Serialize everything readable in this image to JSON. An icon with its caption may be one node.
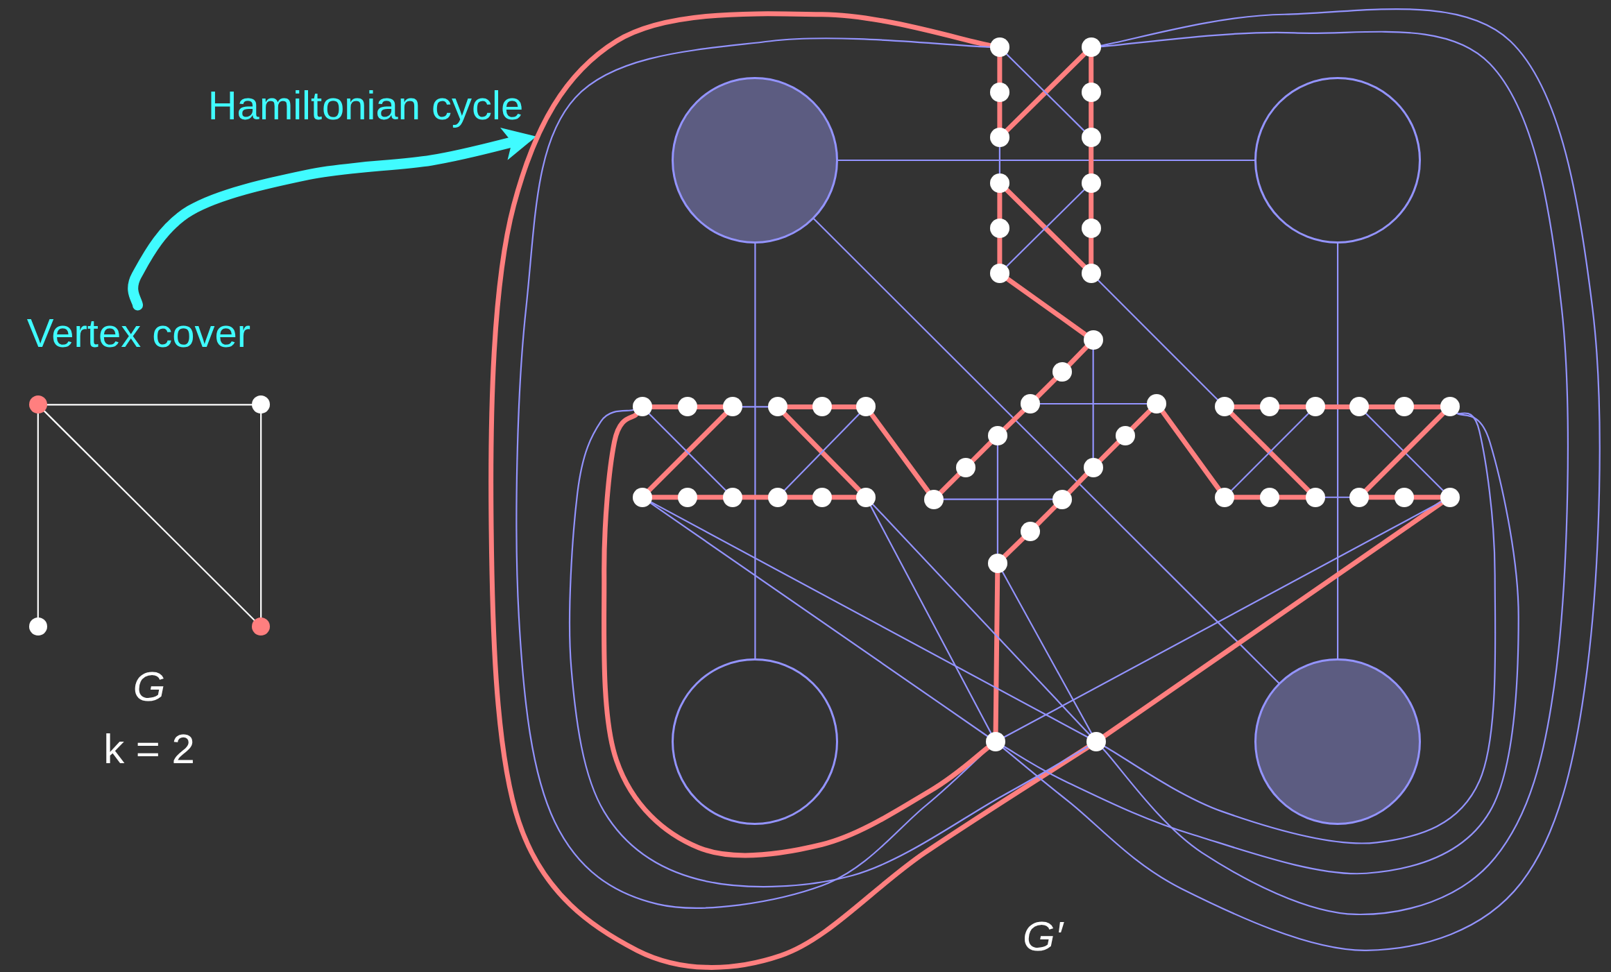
{
  "diagram": {
    "nodes": [
      {
        "text": [
          "Hamiltonian cycle"
        ]
      },
      {
        "text": [
          "Vertex cover"
        ]
      },
      {
        "text": [],
        "shape": "circle"
      },
      {
        "text": [],
        "shape": "circle"
      },
      {
        "text": [],
        "shape": "circle"
      },
      {
        "text": [],
        "shape": "circle"
      },
      {
        "text": [],
        "shape": "circle"
      },
      {
        "text": [],
        "shape": "circle"
      },
      {
        "text": [],
        "shape": "circle"
      },
      {
        "text": [],
        "shape": "circle"
      },
      {
        "text": [],
        "shape": "circle"
      },
      {
        "text": [],
        "shape": "circle"
      },
      {
        "text": [],
        "shape": "circle"
      },
      {
        "text": [],
        "shape": "circle"
      },
      {
        "text": [],
        "shape": "circle"
      },
      {
        "text": [],
        "shape": "circle"
      },
      {
        "text": [],
        "shape": "circle"
      },
      {
        "text": [],
        "shape": "circle"
      },
      {
        "text": [],
        "shape": "circle"
      },
      {
        "text": [],
        "shape": "circle"
      },
      {
        "text": [],
        "shape": "circle"
      },
      {
        "text": [],
        "shape": "circle"
      },
      {
        "text": [],
        "shape": "circle"
      },
      {
        "text": [],
        "shape": "circle"
      },
      {
        "text": [],
        "shape": "circle"
      },
      {
        "text": [],
        "shape": "circle"
      },
      {
        "text": [],
        "shape": "circle"
      },
      {
        "text": [],
        "shape": "circle"
      },
      {
        "text": [],
        "shape": "circle"
      },
      {
        "text": [],
        "shape": "circle"
      },
      {
        "text": [],
        "shape": "circle"
      },
      {
        "text": [],
        "shape": "circle"
      },
      {
        "text": [],
        "shape": "circle"
      },
      {
        "text": [],
        "shape": "circle"
      },
      {
        "text": [],
        "shape": "circle"
      },
      {
        "text": [],
        "shape": "circle"
      },
      {
        "text": [],
        "shape": "circle"
      },
      {
        "text": [],
        "shape": "circle"
      },
      {
        "text": [],
        "shape": "circle"
      },
      {
        "text": [],
        "shape": "circle"
      },
      {
        "text": [],
        "shape": "circle"
      },
      {
        "text": [],
        "shape": "circle"
      },
      {
        "text": [],
        "shape": "circle"
      },
      {
        "text": [],
        "shape": "circle"
      },
      {
        "text": [],
        "shape": "circle"
      },
      {
        "text": [],
        "shape": "circle"
      },
      {
        "text": [],
        "shape": "circle"
      },
      {
        "text": [],
        "shape": "circle"
      },
      {
        "text": [],
        "shape": "circle"
      },
      {
        "text": [],
        "shape": "circle"
      },
      {
        "text": [],
        "shape": "circle"
      },
      {
        "text": [],
        "shape": "circle"
      },
      {
        "text": [],
        "shape": "circle"
      },
      {
        "text": [],
        "shape": "circle"
      },
      {
        "text": [],
        "shape": "circle"
      },
      {
        "text": [],
        "shape": "circle"
      },
      {
        "text": [],
        "shape": "circle"
      },
      {
        "text": [],
        "shape": "circle"
      },
      {
        "text": [],
        "shape": "circle"
      },
      {
        "text": [],
        "shape": "circle"
      }
    ],
    "edges": [
      {
        "from": 1,
        "to": 0,
        "arrow": "to",
        "style": "thick",
        "color": "#40fbff"
      },
      {
        "from": 2,
        "to": 3,
        "arrow": "none",
        "color": "#ffffff"
      },
      {
        "from": 2,
        "to": 4,
        "arrow": "none",
        "color": "#ffffff"
      },
      {
        "from": 2,
        "to": 5,
        "arrow": "none",
        "color": "#ffffff"
      },
      {
        "from": 3,
        "to": 5,
        "arrow": "none",
        "color": "#ffffff"
      },
      {
        "from": 6,
        "to": 7,
        "arrow": "none",
        "color": "#9494ff"
      },
      {
        "from": 6,
        "to": 8,
        "arrow": "none",
        "color": "#9494ff"
      },
      {
        "from": 7,
        "to": 9,
        "arrow": "none",
        "color": "#9494ff"
      },
      {
        "from": 6,
        "to": 9,
        "arrow": "none",
        "color": "#9494ff"
      },
      {
        "from": 10,
        "to": 11,
        "arrow": "none"
      },
      {
        "from": 11,
        "to": 12,
        "arrow": "none"
      },
      {
        "from": 12,
        "to": 13,
        "arrow": "none",
        "color": "#9494ff"
      },
      {
        "from": 13,
        "to": 14,
        "arrow": "none"
      },
      {
        "from": 14,
        "to": 15,
        "arrow": "none"
      },
      {
        "from": 16,
        "to": 17,
        "arrow": "none"
      },
      {
        "from": 17,
        "to": 18,
        "arrow": "none"
      },
      {
        "from": 18,
        "to": 19,
        "arrow": "none"
      },
      {
        "from": 19,
        "to": 20,
        "arrow": "none"
      },
      {
        "from": 20,
        "to": 21,
        "arrow": "none"
      },
      {
        "from": 12,
        "to": 16,
        "arrow": "none"
      },
      {
        "from": 10,
        "to": 18,
        "arrow": "none",
        "color": "#9494ff"
      },
      {
        "from": 13,
        "to": 21,
        "arrow": "none"
      },
      {
        "from": 15,
        "to": 19,
        "arrow": "none",
        "color": "#9494ff"
      },
      {
        "from": 15,
        "to": 34,
        "arrow": "none"
      },
      {
        "from": 21,
        "to": 46,
        "arrow": "none",
        "color": "#9494ff"
      },
      {
        "from": 22,
        "to": 23,
        "arrow": "none"
      },
      {
        "from": 23,
        "to": 24,
        "arrow": "none"
      },
      {
        "from": 24,
        "to": 25,
        "arrow": "none",
        "color": "#9494ff"
      },
      {
        "from": 25,
        "to": 26,
        "arrow": "none"
      },
      {
        "from": 26,
        "to": 27,
        "arrow": "none"
      },
      {
        "from": 28,
        "to": 29,
        "arrow": "none"
      },
      {
        "from": 29,
        "to": 30,
        "arrow": "none"
      },
      {
        "from": 30,
        "to": 31,
        "arrow": "none"
      },
      {
        "from": 31,
        "to": 32,
        "arrow": "none"
      },
      {
        "from": 32,
        "to": 33,
        "arrow": "none"
      },
      {
        "from": 24,
        "to": 28,
        "arrow": "none"
      },
      {
        "from": 22,
        "to": 30,
        "arrow": "none",
        "color": "#9494ff"
      },
      {
        "from": 25,
        "to": 33,
        "arrow": "none"
      },
      {
        "from": 27,
        "to": 31,
        "arrow": "none",
        "color": "#9494ff"
      },
      {
        "from": 27,
        "to": 39,
        "arrow": "none"
      },
      {
        "from": 34,
        "to": 35,
        "arrow": "none"
      },
      {
        "from": 35,
        "to": 36,
        "arrow": "none"
      },
      {
        "from": 36,
        "to": 37,
        "arrow": "none"
      },
      {
        "from": 37,
        "to": 38,
        "arrow": "none"
      },
      {
        "from": 38,
        "to": 39,
        "arrow": "none"
      },
      {
        "from": 40,
        "to": 41,
        "arrow": "none"
      },
      {
        "from": 41,
        "to": 42,
        "arrow": "none"
      },
      {
        "from": 42,
        "to": 43,
        "arrow": "none"
      },
      {
        "from": 43,
        "to": 44,
        "arrow": "none"
      },
      {
        "from": 44,
        "to": 45,
        "arrow": "none"
      },
      {
        "from": 34,
        "to": 42,
        "arrow": "none",
        "color": "#9494ff"
      },
      {
        "from": 36,
        "to": 40,
        "arrow": "none",
        "color": "#9494ff"
      },
      {
        "from": 37,
        "to": 45,
        "arrow": "none",
        "color": "#9494ff"
      },
      {
        "from": 39,
        "to": 43,
        "arrow": "none",
        "color": "#9494ff"
      },
      {
        "from": 40,
        "to": 52,
        "arrow": "none"
      },
      {
        "from": 45,
        "to": 58,
        "arrow": "none"
      },
      {
        "from": 46,
        "to": 47,
        "arrow": "none"
      },
      {
        "from": 47,
        "to": 48,
        "arrow": "none"
      },
      {
        "from": 48,
        "to": 49,
        "arrow": "none"
      },
      {
        "from": 49,
        "to": 50,
        "arrow": "none"
      },
      {
        "from": 50,
        "to": 51,
        "arrow": "none"
      },
      {
        "from": 52,
        "to": 53,
        "arrow": "none"
      },
      {
        "from": 53,
        "to": 54,
        "arrow": "none"
      },
      {
        "from": 54,
        "to": 55,
        "arrow": "none",
        "color": "#9494ff"
      },
      {
        "from": 55,
        "to": 56,
        "arrow": "none"
      },
      {
        "from": 56,
        "to": 57,
        "arrow": "none"
      },
      {
        "from": 46,
        "to": 54,
        "arrow": "none"
      },
      {
        "from": 48,
        "to": 52,
        "arrow": "none",
        "color": "#9494ff"
      },
      {
        "from": 49,
        "to": 57,
        "arrow": "none",
        "color": "#9494ff"
      },
      {
        "from": 51,
        "to": 55,
        "arrow": "none"
      },
      {
        "from": 57,
        "to": 59,
        "arrow": "none"
      },
      {
        "from": 28,
        "to": 58,
        "arrow": "none",
        "color": "#9494ff"
      },
      {
        "from": 28,
        "to": 59,
        "arrow": "none",
        "color": "#9494ff"
      },
      {
        "from": 33,
        "to": 58,
        "arrow": "none",
        "color": "#9494ff"
      },
      {
        "from": 33,
        "to": 59,
        "arrow": "none",
        "color": "#9494ff"
      },
      {
        "from": 45,
        "to": 59,
        "arrow": "none",
        "color": "#9494ff"
      },
      {
        "from": 57,
        "to": 58,
        "arrow": "none",
        "color": "#9494ff"
      },
      {
        "from": 10,
        "to": 59,
        "arrow": "none"
      },
      {
        "from": 10,
        "to": 58,
        "arrow": "none",
        "color": "#9494ff"
      },
      {
        "from": 22,
        "to": 58,
        "arrow": "none"
      },
      {
        "from": 22,
        "to": 59,
        "arrow": "none",
        "color": "#9494ff"
      },
      {
        "from": 16,
        "to": 58,
        "arrow": "none",
        "color": "#9494ff"
      },
      {
        "from": 16,
        "to": 59,
        "arrow": "none",
        "color": "#9494ff"
      },
      {
        "from": 51,
        "to": 58,
        "arrow": "none",
        "color": "#9494ff"
      },
      {
        "from": 51,
        "to": 59,
        "arrow": "none",
        "color": "#9494ff"
      }
    ],
    "labels": [
      "G",
      "k = 2",
      "G′"
    ]
  }
}
